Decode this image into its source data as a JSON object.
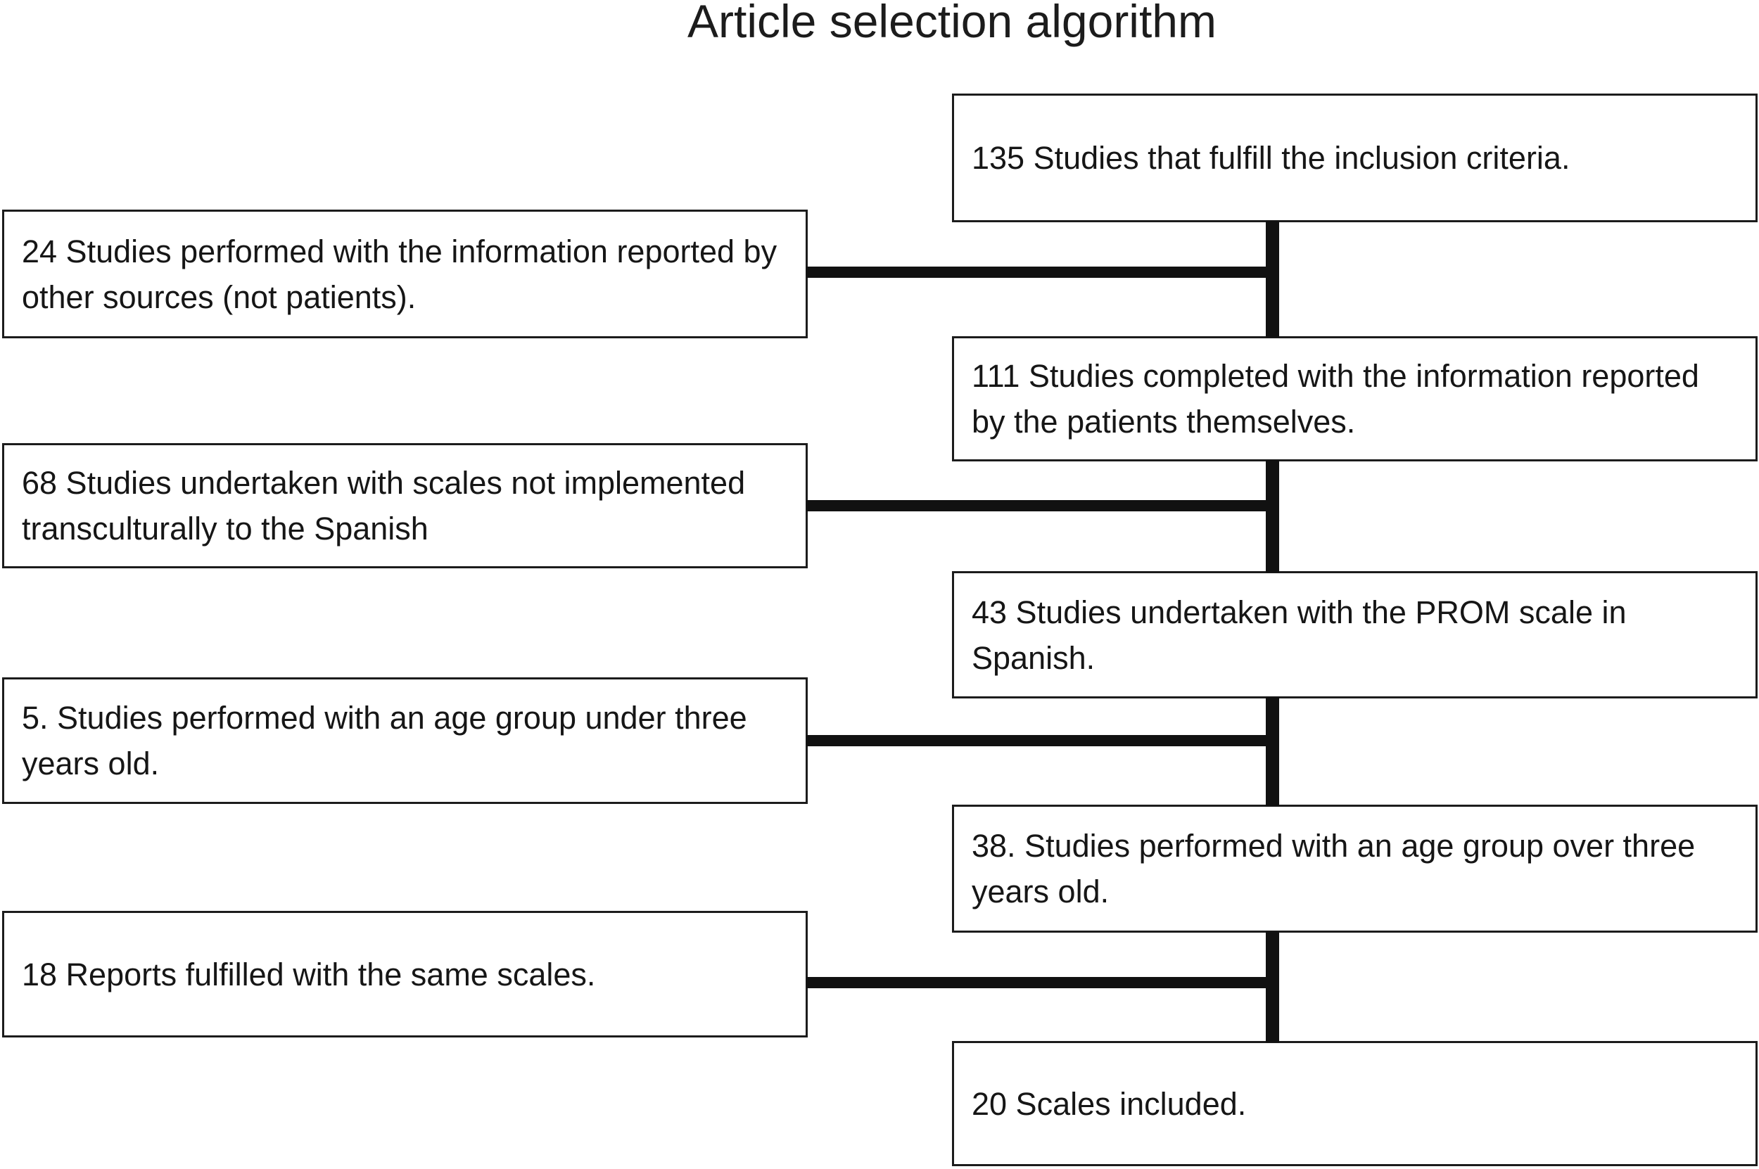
{
  "title": "Article selection algorithm",
  "diagram": {
    "type": "flowchart",
    "direction": "top-to-bottom",
    "line_color": "#111111",
    "box_border_color": "#1c1c1c",
    "main_path": [
      "135 Studies that fulfill the inclusion criteria.",
      "111 Studies completed with the information reported by the patients themselves.",
      "43 Studies undertaken with the PROM scale in Spanish.",
      "38. Studies performed with an age group over three years old.",
      "20 Scales included."
    ],
    "exclusions": [
      "24 Studies performed with the information reported by other sources (not patients).",
      "68 Studies undertaken with scales not implemented transculturally to the Spanish",
      "5. Studies performed with an age group under three years old.",
      "18 Reports fulfilled with the same scales."
    ],
    "counts": {
      "included_start": 135,
      "self_reported": 111,
      "prom_spanish": 43,
      "over_three_years": 38,
      "scales_included": 20,
      "excluded_other_sources": 24,
      "excluded_not_transcultural": 68,
      "excluded_under_three": 5,
      "excluded_same_scales": 18
    }
  }
}
